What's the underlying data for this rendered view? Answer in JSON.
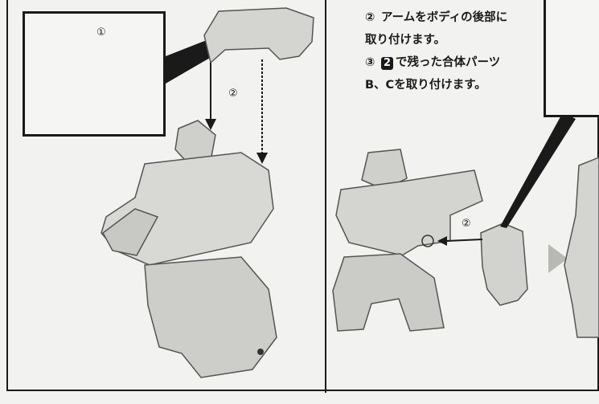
{
  "instructions": {
    "steps": [
      {
        "num": "②",
        "lines": [
          "アームをボディの後部に",
          "取り付けます。"
        ]
      },
      {
        "num": "③",
        "badge": "2",
        "lines": [
          "で残った合体パーツ",
          "B、Cを取り付けます。"
        ]
      }
    ]
  },
  "callouts": {
    "step1": "①",
    "step2_left": "②",
    "step2_right": "②"
  }
}
